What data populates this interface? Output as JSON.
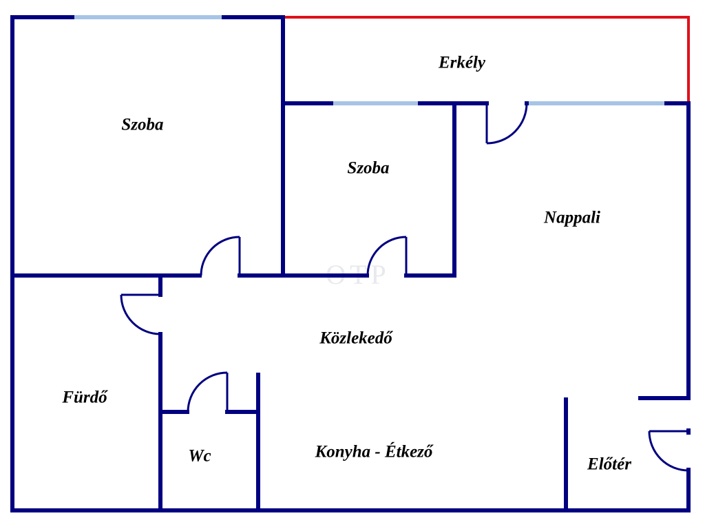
{
  "colors": {
    "wall": "#000080",
    "window": "#a7c4e6",
    "balcony_railing": "#e0101b",
    "door": "#000080",
    "background": "#ffffff",
    "watermark": "#e7e9ee"
  },
  "rooms": {
    "szoba_large": "Szoba",
    "erkely": "Erkély",
    "szoba_small": "Szoba",
    "nappali": "Nappali",
    "kozlekedo": "Közlekedő",
    "furdo": "Fürdő",
    "wc": "Wc",
    "konyha": "Konyha - Étkező",
    "eloter": "Előtér"
  },
  "watermark": "OTP"
}
